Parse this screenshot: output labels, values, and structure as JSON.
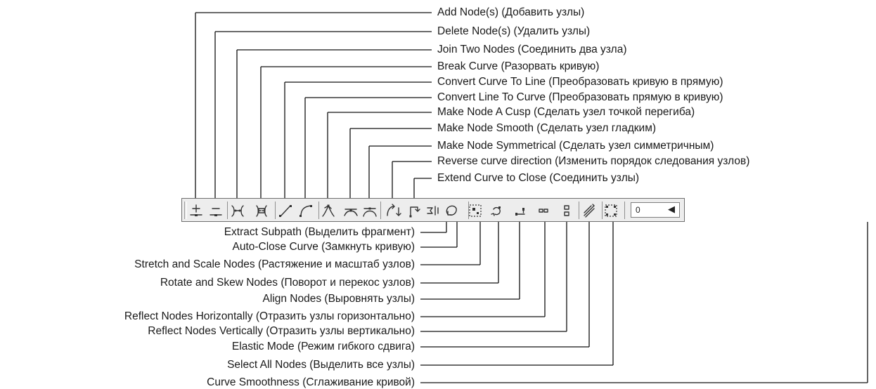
{
  "top_labels": [
    {
      "key": "add_nodes",
      "text": "Add Node(s) (Добавить узлы)"
    },
    {
      "key": "delete_nodes",
      "text": "Delete Node(s) (Удалить узлы)"
    },
    {
      "key": "join_two_nodes",
      "text": "Join Two Nodes (Соединить два узла)"
    },
    {
      "key": "break_curve",
      "text": "Break Curve (Разорвать кривую)"
    },
    {
      "key": "curve_to_line",
      "text": "Convert Curve To Line (Преобразовать кривую в прямую)"
    },
    {
      "key": "line_to_curve",
      "text": "Convert Line To Curve (Преобразовать прямую в кривую)"
    },
    {
      "key": "make_cusp",
      "text": "Make Node A Cusp (Сделать узел точкой перегиба)"
    },
    {
      "key": "make_smooth",
      "text": "Make Node Smooth (Сделать узел гладким)"
    },
    {
      "key": "make_symmetrical",
      "text": "Make Node Symmetrical (Сделать узел симметричным)"
    },
    {
      "key": "reverse_direction",
      "text": "Reverse curve direction (Изменить порядок следования узлов)"
    },
    {
      "key": "extend_to_close",
      "text": "Extend Curve to Close (Соединить узлы)"
    }
  ],
  "bottom_labels": [
    {
      "key": "extract_subpath",
      "text": "Extract Subpath (Выделить фрагмент)"
    },
    {
      "key": "auto_close",
      "text": "Auto-Close Curve (Замкнуть кривую)"
    },
    {
      "key": "stretch_scale",
      "text": "Stretch and Scale Nodes (Растяжение и масштаб узлов)"
    },
    {
      "key": "rotate_skew",
      "text": "Rotate and Skew Nodes (Поворот и перекос узлов)"
    },
    {
      "key": "align_nodes",
      "text": "Align Nodes (Выровнять узлы)"
    },
    {
      "key": "reflect_horizontal",
      "text": "Reflect Nodes Horizontally (Отразить узлы горизонтально)"
    },
    {
      "key": "reflect_vertical",
      "text": "Reflect Nodes Vertically (Отразить узлы вертикально)"
    },
    {
      "key": "elastic_mode",
      "text": "Elastic Mode (Режим гибкого сдвига)"
    },
    {
      "key": "select_all",
      "text": "Select All Nodes (Выделить все узлы)"
    },
    {
      "key": "curve_smoothness",
      "text": "Curve Smoothness (Сглаживание кривой)"
    }
  ],
  "toolbar": {
    "smoothness_value": "0",
    "buttons": [
      {
        "key": "add_nodes",
        "icon": "add-node-icon"
      },
      {
        "key": "delete_nodes",
        "icon": "delete-node-icon"
      },
      {
        "key": "join_two_nodes",
        "icon": "join-nodes-icon"
      },
      {
        "key": "break_curve",
        "icon": "break-curve-icon"
      },
      {
        "key": "curve_to_line",
        "icon": "to-line-icon"
      },
      {
        "key": "line_to_curve",
        "icon": "to-curve-icon"
      },
      {
        "key": "make_cusp",
        "icon": "cusp-node-icon"
      },
      {
        "key": "make_smooth",
        "icon": "smooth-node-icon"
      },
      {
        "key": "make_symmetrical",
        "icon": "symmetrical-node-icon"
      },
      {
        "key": "reverse_direction",
        "icon": "reverse-direction-icon"
      },
      {
        "key": "extend_to_close",
        "icon": "extend-close-icon"
      },
      {
        "key": "extract_subpath",
        "icon": "extract-subpath-icon"
      },
      {
        "key": "auto_close",
        "icon": "auto-close-icon"
      },
      {
        "key": "stretch_scale",
        "icon": "stretch-scale-icon"
      },
      {
        "key": "rotate_skew",
        "icon": "rotate-skew-icon"
      },
      {
        "key": "align_nodes",
        "icon": "align-nodes-icon"
      },
      {
        "key": "reflect_horizontal",
        "icon": "reflect-horizontal-icon"
      },
      {
        "key": "reflect_vertical",
        "icon": "reflect-vertical-icon"
      },
      {
        "key": "elastic_mode",
        "icon": "elastic-mode-icon"
      },
      {
        "key": "select_all",
        "icon": "select-all-nodes-icon"
      }
    ]
  }
}
